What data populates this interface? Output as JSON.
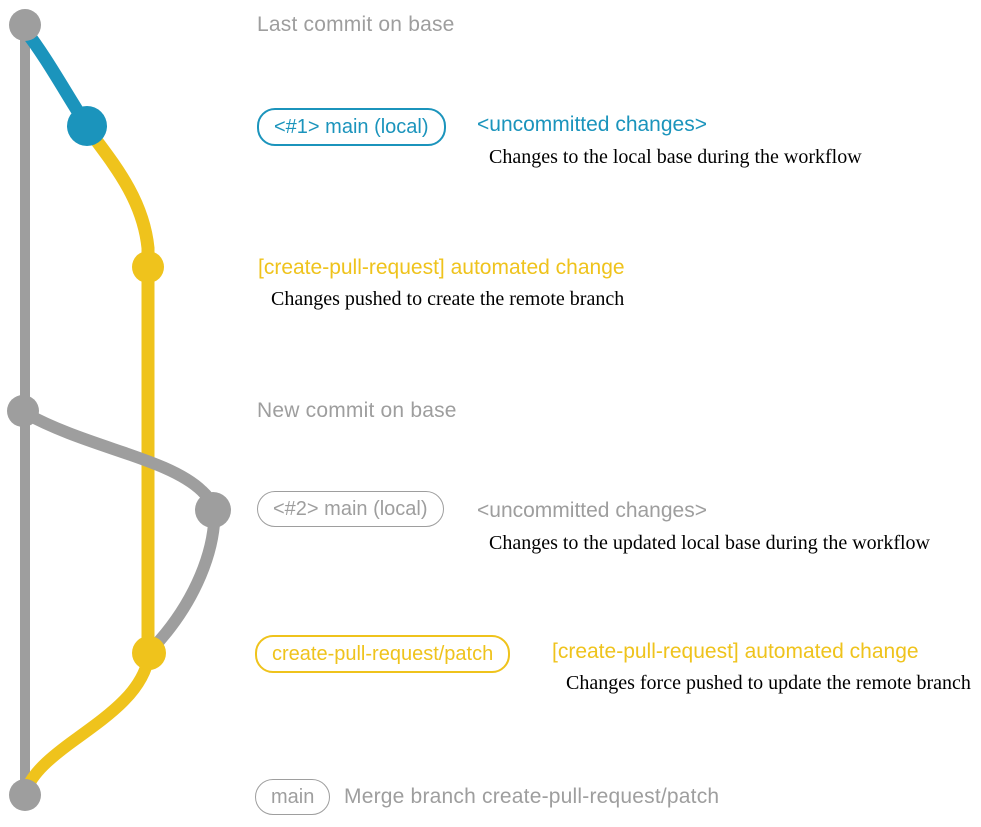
{
  "colors": {
    "blue": "#1b94bc",
    "yellow": "#efc31c",
    "gray": "#9e9e9e",
    "ink": "#000000"
  },
  "graph": {
    "dot_names": [
      "commit-dot-last-base",
      "commit-dot-main-local-1",
      "commit-dot-automated-change-1",
      "commit-dot-new-base",
      "commit-dot-main-local-2",
      "commit-dot-automated-change-2",
      "commit-dot-merge"
    ]
  },
  "rows": {
    "last_commit": {
      "label": "Last commit on base"
    },
    "row1": {
      "badge": "<#1> main (local)",
      "title": "<uncommitted changes>",
      "desc": "Changes to the local base during the workflow"
    },
    "row2": {
      "title": "[create-pull-request] automated change",
      "desc": "Changes pushed to create the remote branch"
    },
    "new_commit": {
      "label": "New commit on base"
    },
    "row3": {
      "badge": "<#2> main (local)",
      "title": "<uncommitted changes>",
      "desc": "Changes to the updated local base during the workflow"
    },
    "row4": {
      "badge": "create-pull-request/patch",
      "title": "[create-pull-request] automated change",
      "desc": "Changes force pushed to update the remote branch"
    },
    "merge": {
      "badge": "main",
      "label": "Merge branch create-pull-request/patch"
    }
  }
}
